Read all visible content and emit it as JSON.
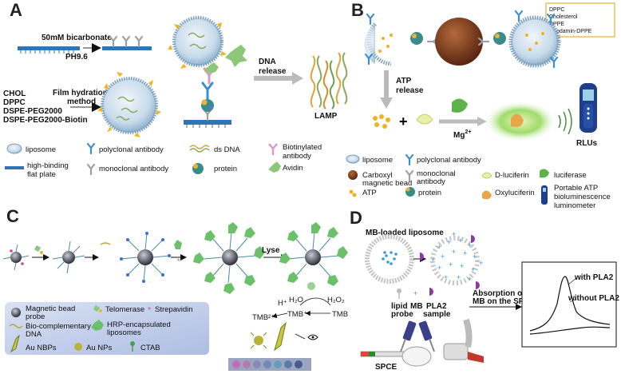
{
  "panels": {
    "a": {
      "letter": "A",
      "bicarbonate": "50mM bicarbonate",
      "ph": "PH9.6",
      "reagents": [
        "CHOL",
        "DPPC",
        "DSPE-PEG2000",
        "DSPE-PEG2000-Biotin"
      ],
      "method": [
        "Film hydration",
        "method"
      ],
      "dna_release": [
        "DNA",
        "release"
      ],
      "lamp": "LAMP",
      "legend": {
        "liposome": "liposome",
        "polyclonal": "polyclonal antibody",
        "dsdna": "ds DNA",
        "biotinylated": [
          "Biotinylated",
          "antibody"
        ],
        "plate": [
          "high-binding",
          "flat plate"
        ],
        "monoclonal": "monoclonal antibody",
        "protein": "protein",
        "avidin": "Avidin"
      }
    },
    "b": {
      "letter": "B",
      "components": [
        "DPPC",
        "Cholesterol",
        "DPPE",
        "Rhodamin-DPPE"
      ],
      "atp_release": [
        "ATP",
        "release"
      ],
      "mg": "Mg",
      "mg_sup": "2+",
      "rlus": "RLUs",
      "legend": {
        "liposome": "liposome",
        "polyclonal": "polyclonal antibody",
        "carboxyl": [
          "Carboxyl",
          "magnetic bead"
        ],
        "monoclonal": [
          "monoclonal",
          "antibody"
        ],
        "dluciferin": "D-luciferin",
        "luciferase": "luciferase",
        "atp": "ATP",
        "protein": "protein",
        "oxyluciferin": "Oxyluciferin",
        "portable": [
          "Portable ATP",
          "bioluminescence",
          "luminometer"
        ]
      }
    },
    "c": {
      "letter": "C",
      "lyse": "Lyse",
      "h2o": "H₂O",
      "h2o2": "H₂O₂",
      "hplus": "H⁺",
      "tmb": "TMB",
      "tmb1": "TMB⁺",
      "tmb2": "TMB²⁺",
      "legend": {
        "magbead": [
          "Magnetic bead",
          "probe"
        ],
        "telomerase": "Telomerase",
        "strep": "Strepavidin",
        "biodna": [
          "Bio-complementary",
          "DNA"
        ],
        "hrp": [
          "HRP-encapsulated",
          "liposomes"
        ],
        "aunbps": "Au NBPs",
        "aunps": "Au NPs",
        "ctab": "CTAB"
      }
    },
    "d": {
      "letter": "D",
      "mb_liposome": "MB-loaded liposome",
      "lipid_probe": [
        "lipid",
        "probe"
      ],
      "mb": "MB",
      "pla2": [
        "PLA2",
        "sample"
      ],
      "absorption": [
        "Absorption of released",
        "MB on the SPCE"
      ],
      "spce": "SPCE",
      "with": "with PLA2",
      "without": "without PLA2"
    }
  },
  "colors": {
    "membrane_blue": "#8fb8d8",
    "antibody_blue": "#3b8fd0",
    "avidin_green": "#8cc77a",
    "biotin_pink": "#d99ac8",
    "gold": "#f2b21f",
    "bead_brown": "#7b3b1a",
    "legend_bg": "#c7d3ee"
  }
}
